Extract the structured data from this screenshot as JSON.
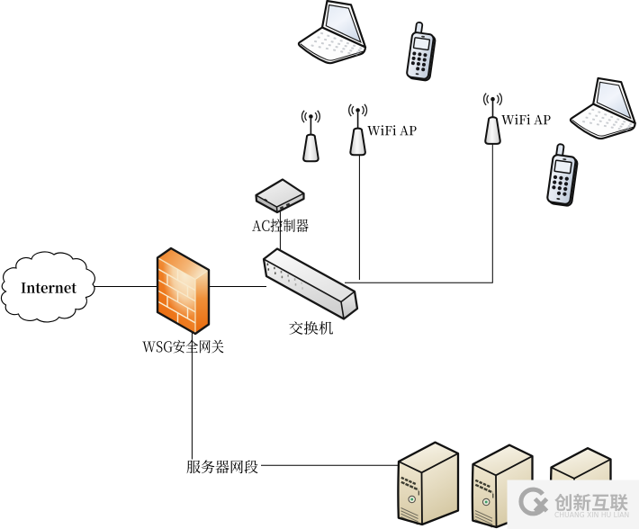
{
  "diagram": {
    "background": "#ffffff",
    "nodes": {
      "internet": {
        "label": "Internet",
        "type": "cloud"
      },
      "firewall": {
        "label": "WSG安全网关",
        "type": "firewall"
      },
      "switch": {
        "label": "交换机",
        "type": "switch"
      },
      "ac_controller": {
        "label": "AC控制器",
        "type": "controller"
      },
      "antenna_small": {
        "label": "",
        "type": "antenna"
      },
      "wifi_ap_mid": {
        "label": "WiFi AP",
        "type": "antenna"
      },
      "wifi_ap_right": {
        "label": "WiFi AP",
        "type": "antenna"
      },
      "server_link": {
        "label": "服务器网段",
        "type": "connector-label"
      },
      "laptops": 2,
      "mobiles": 2,
      "servers": 3
    },
    "colors": {
      "firewall_orange": "#ee7a1c",
      "outline": "#111111",
      "line": "#000000"
    }
  },
  "watermark": {
    "brand": "创新互联",
    "brand_latin": "CHUANG XIN HU LIAN",
    "logo": "cx-circle-logo",
    "text_color": "#b2b2b2"
  }
}
